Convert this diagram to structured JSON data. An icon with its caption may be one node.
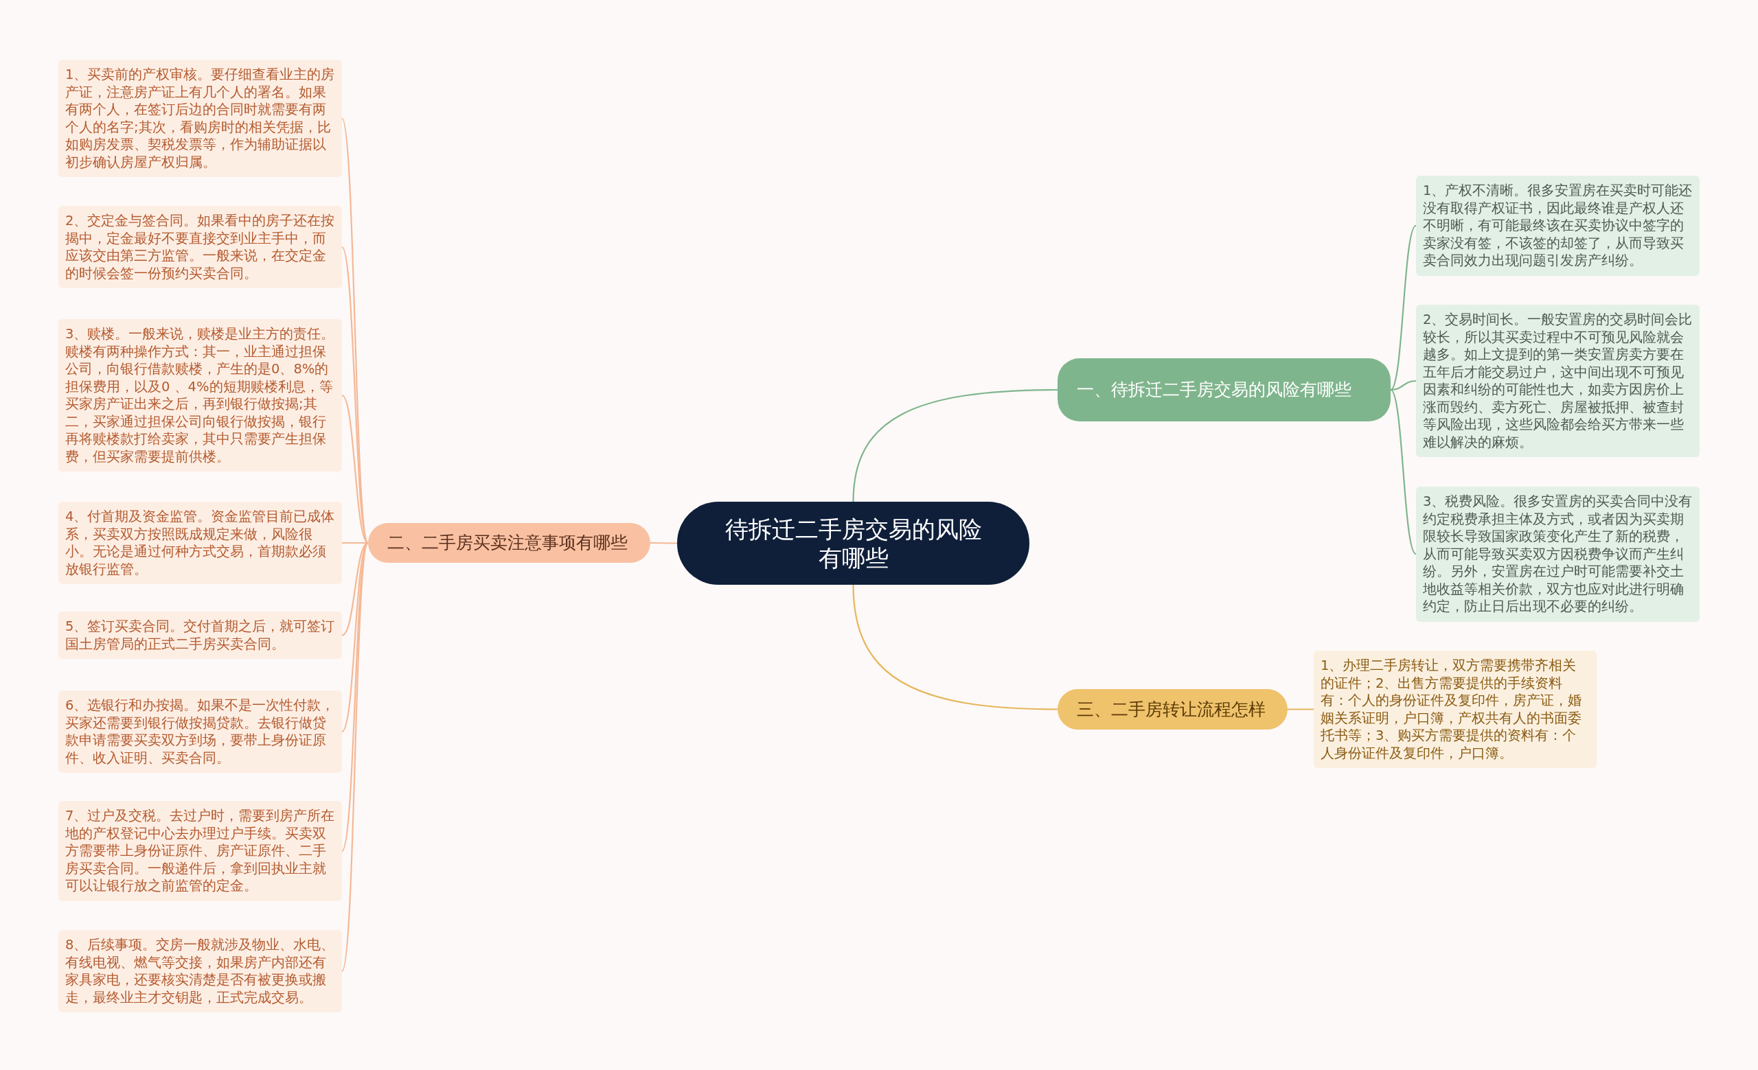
{
  "diagram": {
    "nodes": [
      {
        "text": [
          "待拆迁二手房交易的风险有哪些"
        ]
      },
      {
        "text": [
          "一、待拆迁二手房交易的风险有哪些"
        ]
      },
      {
        "text": [
          "1、产权不清晰。很多安置房在买卖时可能还没有取得产权证书，因此最终谁是产权人还不明晰，有可能最终该在买卖协议中签字的卖家没有签，不该签的却签了，从而导致买卖合同效力出现问题引发房产纠纷。"
        ]
      },
      {
        "text": [
          "2、交易时间长。一般安置房的交易时间会比较长，所以其买卖过程中不可预见风险就会越多。如上文提到的第一类安置房卖方要在五年后才能交易过户，这中间出现不可预见因素和纠纷的可能性也大，如卖方因房价上涨而毁约、卖方死亡、房屋被抵押、被查封等风险出现，这些风险都会给买方带来一些难以解决的麻烦。"
        ]
      },
      {
        "text": [
          "3、税费风险。很多安置房的买卖合同中没有约定税费承担主体及方式，或者因为买卖期限较长导致国家政策变化产生了新的税费，从而可能导致买卖双方因税费争议而产生纠纷。另外，安置房在过户时可能需要补交土地收益等相关价款，双方也应对此进行明确约定，防止日后出现不必要的纠纷。"
        ]
      },
      {
        "text": [
          "二、二手房买卖注意事项有哪些"
        ]
      },
      {
        "text": [
          "1、买卖前的产权审核。要仔细查看业主的房产证，注意房产证上有几个人的署名。如果有两个人，在签订后边的合同时就需要有两个人的名字;其次，看购房时的相关凭据，比如购房发票、契税发票等，作为辅助证据以初步确认房屋产权归属。"
        ]
      },
      {
        "text": [
          "2、交定金与签合同。如果看中的房子还在按揭中，定金最好不要直接交到业主手中，而应该交由第三方监管。一般来说，在交定金的时候会签一份预约买卖合同。"
        ]
      },
      {
        "text": [
          "3、赎楼。一般来说，赎楼是业主方的责任。赎楼有两种操作方式：其一，业主通过担保公司，向银行借款赎楼，产生的是0、8%的担保费用，以及0 、4%的短期赎楼利息，等买家房产证出来之后，再到银行做按揭;其二，买家通过担保公司向银行做按揭，银行再将赎楼款打给卖家，其中只需要产生担保费，但买家需要提前供楼。"
        ]
      },
      {
        "text": [
          "4、付首期及资金监管。资金监管目前已成体系，买卖双方按照既成规定来做，风险很小。无论是通过何种方式交易，首期款必须放银行监管。"
        ]
      },
      {
        "text": [
          "5、签订买卖合同。交付首期之后，就可签订国土房管局的正式二手房买卖合同。"
        ]
      },
      {
        "text": [
          "6、选银行和办按揭。如果不是一次性付款，买家还需要到银行做按揭贷款。去银行做贷款申请需要买卖双方到场，要带上身份证原件、收入证明、买卖合同。"
        ]
      },
      {
        "text": [
          "7、过户及交税。去过户时，需要到房产所在地的产权登记中心去办理过户手续。买卖双方需要带上身份证原件、房产证原件、二手房买卖合同。一般递件后，拿到回执业主就可以让银行放之前监管的定金。"
        ]
      },
      {
        "text": [
          "8、后续事项。交房一般就涉及物业、水电、有线电视、燃气等交接，如果房产内部还有家具家电，还要核实清楚是否有被更换或搬走，最终业主才交钥匙，正式完成交易。"
        ]
      },
      {
        "text": [
          "三、二手房转让流程怎样"
        ]
      },
      {
        "text": [
          "1、办理二手房转让，双方需要携带齐相关的证件；2、出售方需要提供的手续资料有：个人的身份证件及复印件，房产证，婚姻关系证明，户口簿，产权共有人的书面委托书等；3、购买方需要提供的资料有：个人身份证件及复印件，户口簿。"
        ]
      }
    ],
    "edges": [
      {
        "from": 0,
        "to": 1,
        "arrow": "none",
        "color": "#7fb58d"
      },
      {
        "from": 1,
        "to": 2,
        "arrow": "none",
        "color": "#7fb58d"
      },
      {
        "from": 1,
        "to": 3,
        "arrow": "none",
        "color": "#7fb58d"
      },
      {
        "from": 1,
        "to": 4,
        "arrow": "none",
        "color": "#7fb58d"
      },
      {
        "from": 0,
        "to": 5,
        "arrow": "none"
      },
      {
        "from": 5,
        "to": 6,
        "arrow": "none"
      },
      {
        "from": 5,
        "to": 7,
        "arrow": "none"
      },
      {
        "from": 5,
        "to": 8,
        "arrow": "none"
      },
      {
        "from": 5,
        "to": 9,
        "arrow": "none"
      },
      {
        "from": 5,
        "to": 10,
        "arrow": "none"
      },
      {
        "from": 5,
        "to": 11,
        "arrow": "none"
      },
      {
        "from": 5,
        "to": 12,
        "arrow": "none"
      },
      {
        "from": 5,
        "to": 13,
        "arrow": "none"
      },
      {
        "from": 0,
        "to": 14,
        "arrow": "none",
        "color": "#e6b65a"
      },
      {
        "from": 14,
        "to": 15,
        "arrow": "none",
        "color": "#e6b65a"
      }
    ]
  }
}
